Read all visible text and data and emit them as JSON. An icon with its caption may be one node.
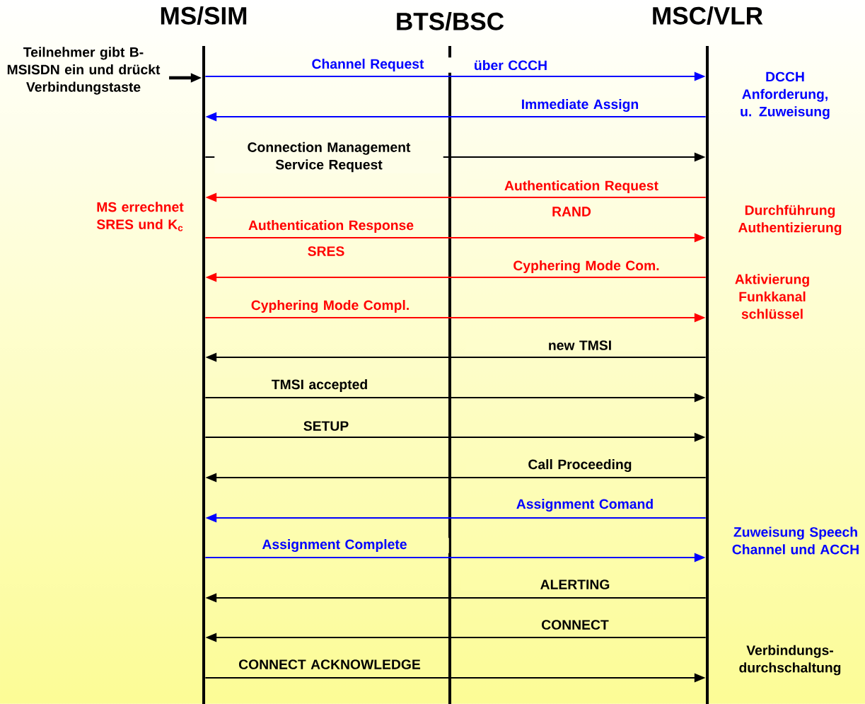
{
  "diagram": {
    "nodes": [
      {
        "text": [
          "MS/SIM"
        ]
      },
      {
        "text": [
          "BTS/BSC"
        ]
      },
      {
        "text": [
          "MSC/VLR"
        ]
      },
      {
        "text": [
          "Teilnehmer gibt B-MSISDN ein und drückt Verbindungstaste"
        ]
      }
    ],
    "edges": [
      {
        "from": 3,
        "to": 0,
        "arrow": "to",
        "style": "thick"
      },
      {
        "from": 0,
        "to": 2,
        "arrow": "to",
        "label": "Channel Request",
        "color": "#0000ff"
      },
      {
        "from": 2,
        "to": 0,
        "arrow": "to",
        "label": "Immediate Assign",
        "color": "#0000ff"
      },
      {
        "from": 0,
        "to": 2,
        "arrow": "to",
        "label": "Connection Management Service Request"
      },
      {
        "from": 2,
        "to": 0,
        "arrow": "to",
        "label": "Authentication Request",
        "color": "#ff0000"
      },
      {
        "from": 0,
        "to": 2,
        "arrow": "to",
        "label": "Authentication Response",
        "color": "#ff0000"
      },
      {
        "from": 2,
        "to": 0,
        "arrow": "to",
        "label": "Cyphering Mode Com.",
        "color": "#ff0000"
      },
      {
        "from": 0,
        "to": 2,
        "arrow": "to",
        "label": "Cyphering Mode Compl.",
        "color": "#ff0000"
      },
      {
        "from": 2,
        "to": 0,
        "arrow": "to",
        "label": "new TMSI"
      },
      {
        "from": 0,
        "to": 2,
        "arrow": "to",
        "label": "TMSI accepted"
      },
      {
        "from": 0,
        "to": 2,
        "arrow": "to",
        "label": "SETUP"
      },
      {
        "from": 2,
        "to": 0,
        "arrow": "to",
        "label": "Call Proceeding"
      },
      {
        "from": 2,
        "to": 0,
        "arrow": "to",
        "label": "Assignment Comand",
        "color": "#0000ff"
      },
      {
        "from": 0,
        "to": 2,
        "arrow": "to",
        "label": "Assignment Complete",
        "color": "#0000ff"
      },
      {
        "from": 2,
        "to": 0,
        "arrow": "to",
        "label": "ALERTING"
      },
      {
        "from": 2,
        "to": 0,
        "arrow": "to",
        "label": "CONNECT"
      },
      {
        "from": 0,
        "to": 2,
        "arrow": "to",
        "label": "CONNECT ACKNOWLEDGE"
      }
    ],
    "labels": [
      "über CCCH",
      "DCCH Anforderung, u. Zuweisung",
      "RAND",
      "MS errechnet SRES und K$_{c}$",
      "Durchführung Authentizierung",
      "SRES",
      "Aktivierung Funkkanal schlüssel",
      "Zuweisung Speech Channel und ACCH",
      "Verbindungs- durchschaltung"
    ]
  }
}
